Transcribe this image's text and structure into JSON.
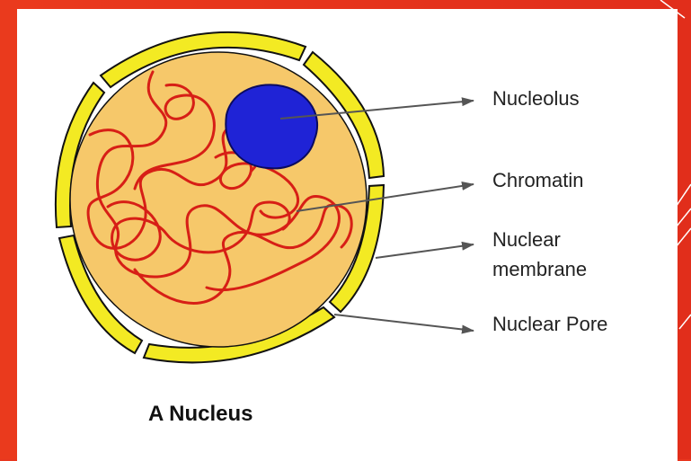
{
  "diagram": {
    "caption": "A Nucleus",
    "labels": {
      "nucleolus": "Nucleolus",
      "chromatin": "Chromatin",
      "membrane_line1": "Nuclear",
      "membrane_line2": "membrane",
      "pore": "Nuclear Pore"
    },
    "colors": {
      "slide_background": "#e8371f",
      "membrane": "#f3ea23",
      "nucleoplasm": "#f6c86a",
      "chromatin": "#d71f16",
      "nucleolus": "#1f23d6",
      "outline": "#111111"
    }
  }
}
